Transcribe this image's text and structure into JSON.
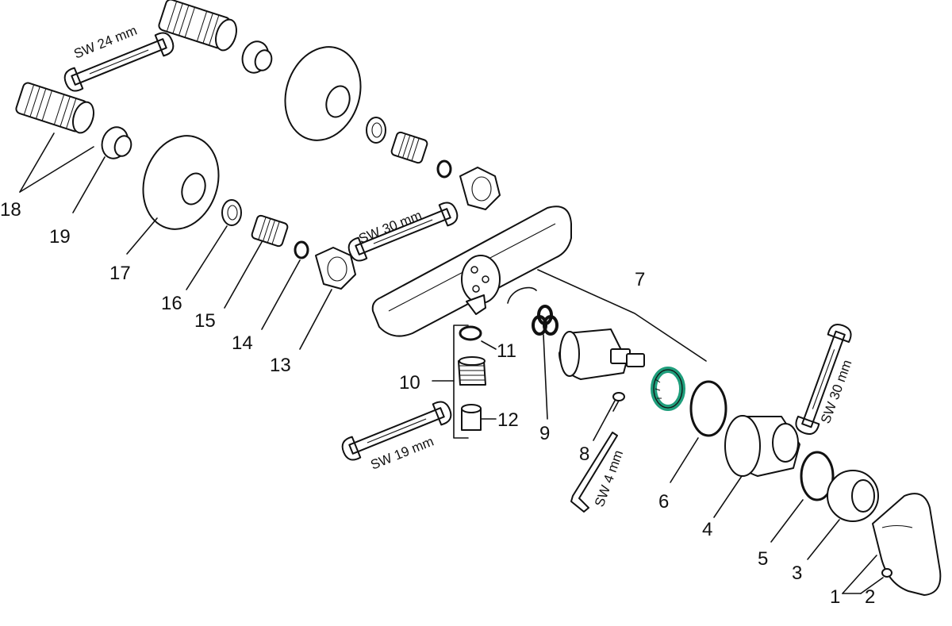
{
  "colors": {
    "line": "#111111",
    "highlight": "#1f9e7c",
    "background": "#ffffff"
  },
  "parts": [
    {
      "id": "1",
      "label": "1"
    },
    {
      "id": "2",
      "label": "2"
    },
    {
      "id": "3",
      "label": "3"
    },
    {
      "id": "4",
      "label": "4"
    },
    {
      "id": "5",
      "label": "5"
    },
    {
      "id": "6",
      "label": "6"
    },
    {
      "id": "7",
      "label": "7"
    },
    {
      "id": "8",
      "label": "8"
    },
    {
      "id": "9",
      "label": "9"
    },
    {
      "id": "10",
      "label": "10"
    },
    {
      "id": "11",
      "label": "11"
    },
    {
      "id": "12",
      "label": "12"
    },
    {
      "id": "13",
      "label": "13"
    },
    {
      "id": "14",
      "label": "14"
    },
    {
      "id": "15",
      "label": "15"
    },
    {
      "id": "16",
      "label": "16"
    },
    {
      "id": "17",
      "label": "17"
    },
    {
      "id": "18",
      "label": "18"
    },
    {
      "id": "19",
      "label": "19"
    }
  ],
  "tools": [
    {
      "id": "wrench-24",
      "label": "SW 24 mm"
    },
    {
      "id": "wrench-30-top",
      "label": "SW 30 mm"
    },
    {
      "id": "wrench-19",
      "label": "SW 19 mm"
    },
    {
      "id": "hex-key-4",
      "label": "SW 4 mm"
    },
    {
      "id": "wrench-30-right",
      "label": "SW 30 mm"
    }
  ]
}
